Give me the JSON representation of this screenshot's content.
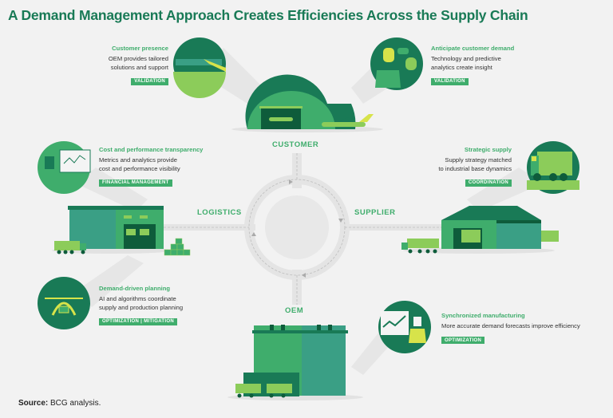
{
  "title": "A Demand Management Approach Creates Efficiencies Across the Supply Chain",
  "nodes": {
    "customer": "CUSTOMER",
    "logistics": "LOGISTICS",
    "supplier": "SUPPLIER",
    "oem": "OEM"
  },
  "cards": [
    {
      "id": "customer-presence",
      "title": "Customer presence",
      "desc1": "OEM provides tailored",
      "desc2": "solutions and support",
      "tag": "VALIDATION",
      "icon": "train-icon"
    },
    {
      "id": "anticipate-demand",
      "title": "Anticipate customer demand",
      "desc1": "Technology and predictive",
      "desc2": "analytics create insight",
      "tag": "VALIDATION",
      "icon": "people-chat-icon"
    },
    {
      "id": "cost-transparency",
      "title": "Cost and performance transparency",
      "desc1": "Metrics and analytics provide",
      "desc2": "cost and performance visibility",
      "tag": "FINANCIAL MANAGEMENT",
      "icon": "analytics-monitor-icon"
    },
    {
      "id": "strategic-supply",
      "title": "Strategic supply",
      "desc1": "Supply strategy matched",
      "desc2": "to industrial base dynamics",
      "tag": "COORDINATION",
      "icon": "truck-icon"
    },
    {
      "id": "demand-planning",
      "title": "Demand-driven planning",
      "desc1": "AI and algorithms coordinate",
      "desc2": "supply and production planning",
      "tag": "OPTIMIZATION | MITIGATION",
      "icon": "drone-icon"
    },
    {
      "id": "sync-manufacturing",
      "title": "Synchronized manufacturing",
      "desc1": "More accurate demand forecasts improve efficiency",
      "desc2": "",
      "tag": "OPTIMIZATION",
      "icon": "presentation-chart-icon"
    }
  ],
  "source": {
    "label": "Source:",
    "text": "BCG analysis."
  },
  "colors": {
    "title": "#197a56",
    "accent": "#3fad6c",
    "dark": "#197a56",
    "mid": "#29ba74",
    "light": "#8ccc5a",
    "yellow": "#d7e34a",
    "teal": "#3a9f85"
  }
}
